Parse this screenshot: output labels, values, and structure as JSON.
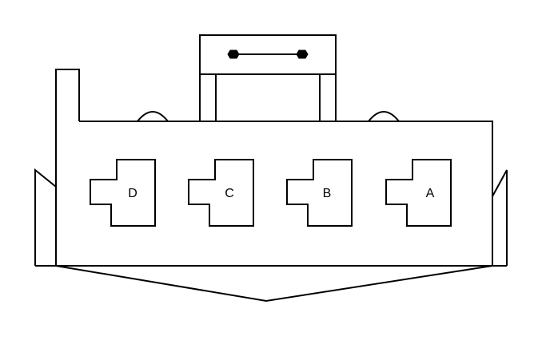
{
  "colors": {
    "background": "#ffffff",
    "stroke": "#000000"
  },
  "connector": {
    "cavities": [
      {
        "label": "D"
      },
      {
        "label": "C"
      },
      {
        "label": "B"
      },
      {
        "label": "A"
      }
    ]
  }
}
